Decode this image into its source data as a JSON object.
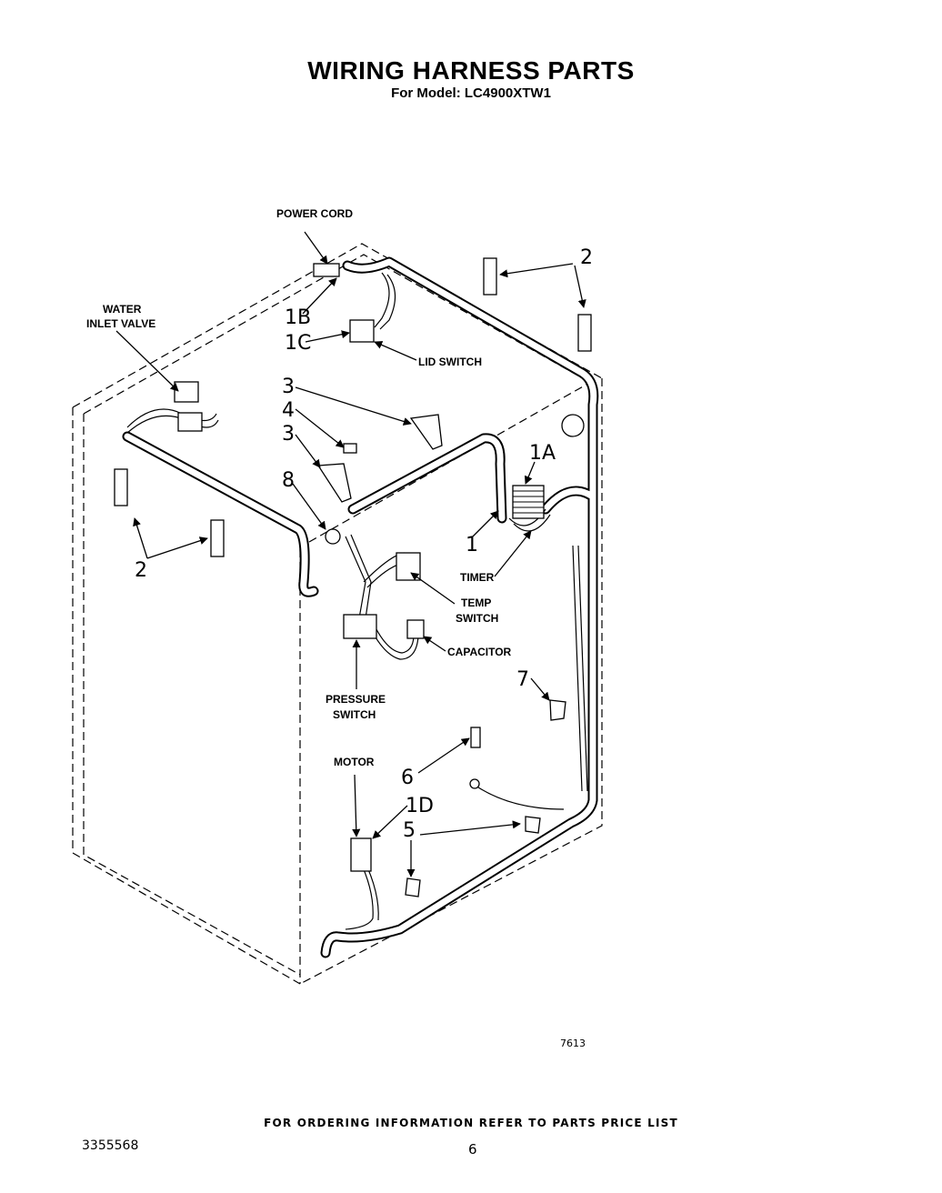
{
  "header": {
    "title": "WIRING HARNESS PARTS",
    "subtitle": "For Model: LC4900XTW1"
  },
  "labels": {
    "power_cord": "POWER CORD",
    "water_inlet_valve_1": "WATER",
    "water_inlet_valve_2": "INLET VALVE",
    "lid_switch": "LID SWITCH",
    "timer": "TIMER",
    "temp_switch_1": "TEMP",
    "temp_switch_2": "SWITCH",
    "capacitor": "CAPACITOR",
    "pressure_switch_1": "PRESSURE",
    "pressure_switch_2": "SWITCH",
    "motor": "MOTOR"
  },
  "callouts": {
    "c1b": "1B",
    "c1c": "1C",
    "c2_top": "2",
    "c2_left": "2",
    "c3_top": "3",
    "c4": "4",
    "c3_mid": "3",
    "c8": "8",
    "c1a": "1A",
    "c1": "1",
    "c7": "7",
    "c6": "6",
    "c1d": "1D",
    "c5": "5"
  },
  "illustration_code": "7613",
  "footer": {
    "ordering_info": "FOR ORDERING INFORMATION REFER TO PARTS PRICE LIST",
    "document_number": "3355568",
    "page_number": "6"
  }
}
